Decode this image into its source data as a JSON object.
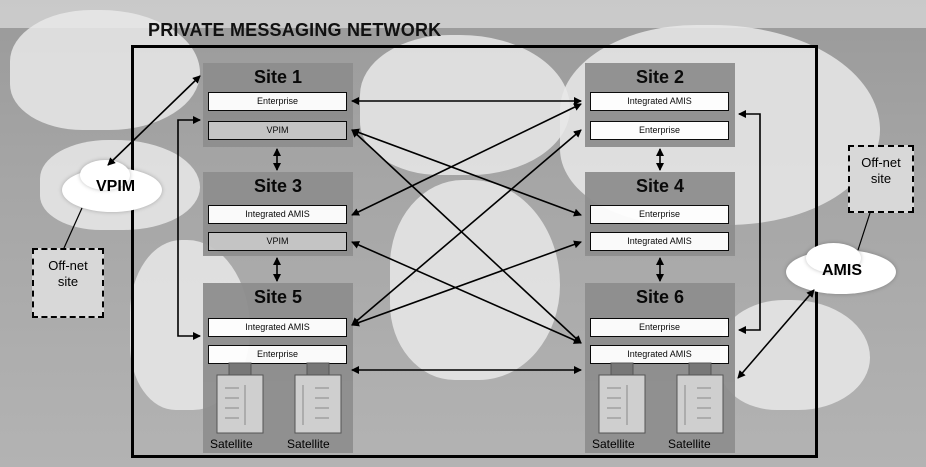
{
  "title": "PRIVATE MESSAGING NETWORK",
  "sites": [
    {
      "label": "Site 1",
      "boxes": [
        "Enterprise",
        "VPIM"
      ]
    },
    {
      "label": "Site 2",
      "boxes": [
        "Integrated AMIS",
        "Enterprise"
      ]
    },
    {
      "label": "Site 3",
      "boxes": [
        "Integrated AMIS",
        "VPIM"
      ]
    },
    {
      "label": "Site 4",
      "boxes": [
        "Enterprise",
        "Integrated AMIS"
      ]
    },
    {
      "label": "Site 5",
      "boxes": [
        "Integrated AMIS",
        "Enterprise"
      ]
    },
    {
      "label": "Site 6",
      "boxes": [
        "Enterprise",
        "Integrated AMIS"
      ]
    }
  ],
  "clouds": {
    "vpim": "VPIM",
    "amis": "AMIS"
  },
  "offnet": {
    "left_line1": "Off-net",
    "left_line2": "site",
    "right_line1": "Off-net",
    "right_line2": "site"
  },
  "satellites": {
    "s5_a": "Satellite",
    "s5_b": "Satellite",
    "s6_a": "Satellite",
    "s6_b": "Satellite"
  }
}
